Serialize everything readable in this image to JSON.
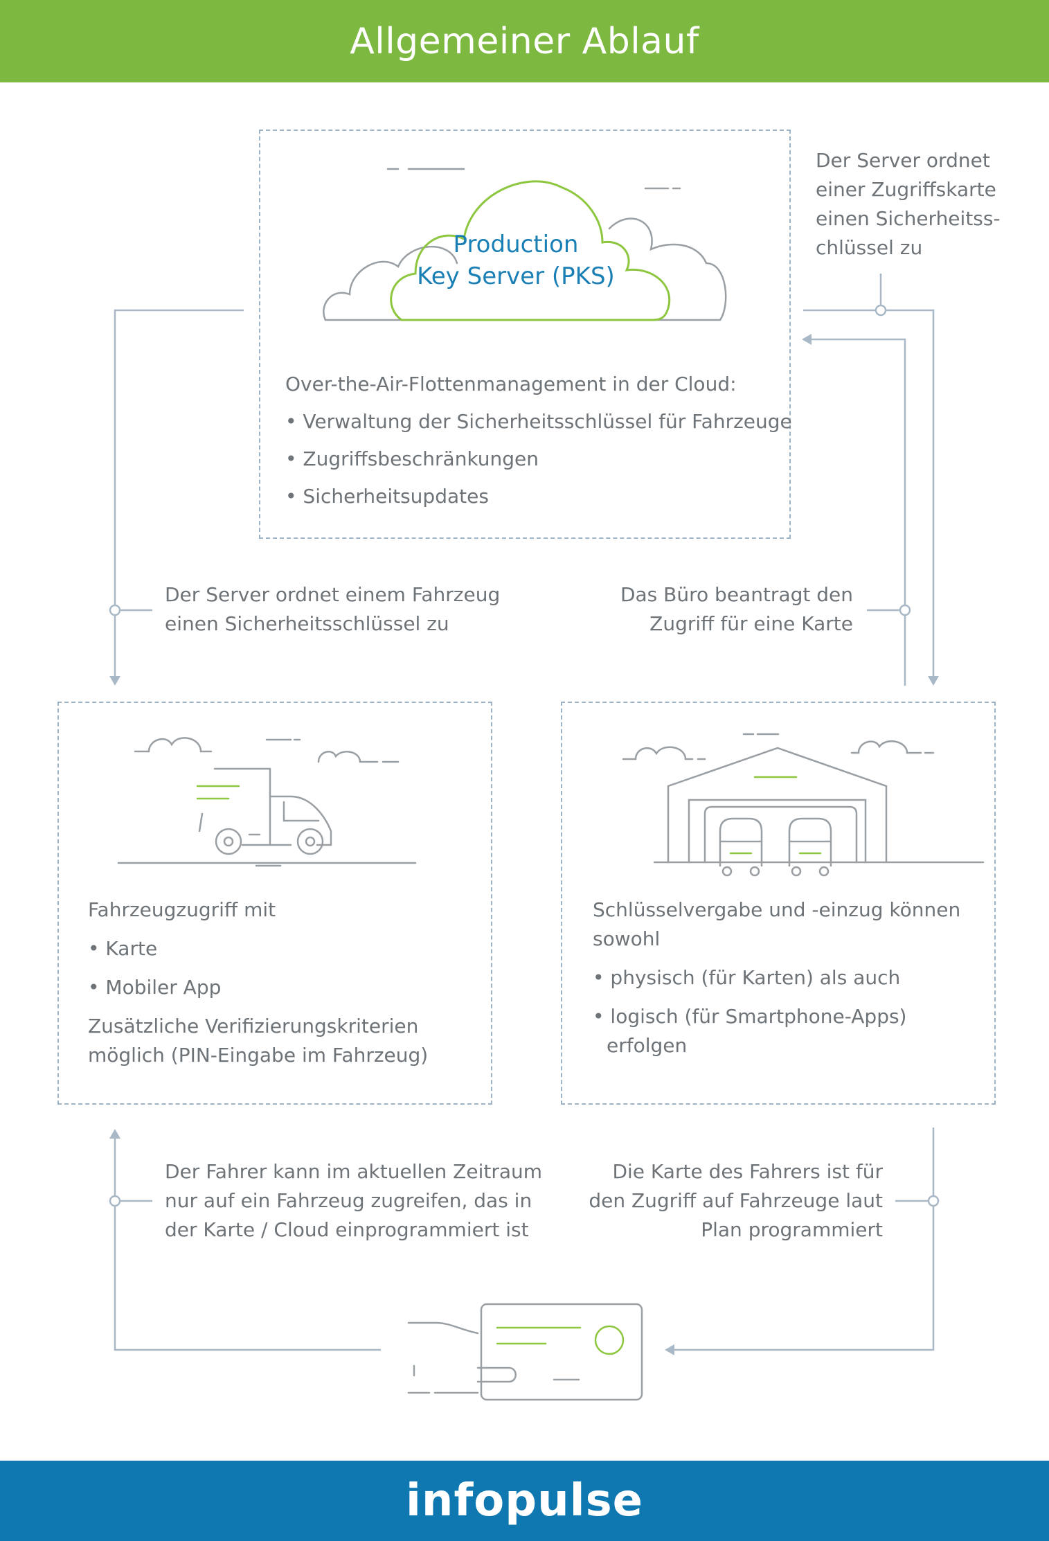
{
  "header": {
    "title": "Allgemeiner Ablauf"
  },
  "footer": {
    "brand": "infopulse"
  },
  "server_box": {
    "title_line1": "Production",
    "title_line2": "Key Server (PKS)",
    "intro": "Over-the-Air-Flottenmanagement in der Cloud:",
    "items": [
      "Verwaltung der Sicherheitsschlüssel für Fahrzeuge",
      "Zugriffsbeschränkungen",
      "Sicherheitsupdates"
    ]
  },
  "vehicle_box": {
    "intro": "Fahrzeugzugriff mit",
    "items": [
      "Karte",
      "Mobiler App"
    ],
    "note_line1": "Zusätzliche Verifizierungskriterien",
    "note_line2": "möglich (PIN-Eingabe im Fahrzeug)"
  },
  "office_box": {
    "intro_line1": "Schlüsselvergabe und -einzug können",
    "intro_line2": "sowohl",
    "item1": "physisch (für Karten) als auch",
    "item2_line1": "logisch (für Smartphone-Apps)",
    "item2_line2": "erfolgen"
  },
  "flow_labels": {
    "server_card": [
      "Der Server ordnet",
      "einer Zugriffskarte",
      "einen Sicherheitss-",
      "chlüssel zu"
    ],
    "server_vehicle": [
      "Der Server ordnet einem Fahrzeug",
      "einen Sicherheitsschlüssel zu"
    ],
    "office_request": [
      "Das Büro beantragt den",
      "Zugriff für eine Karte"
    ],
    "driver_access": [
      "Der Fahrer kann im aktuellen Zeitraum",
      "nur auf ein Fahrzeug zugreifen, das in",
      "der Karte / Cloud einprogrammiert ist"
    ],
    "card_programmed": [
      "Die Karte des Fahrers ist für",
      "den Zugriff auf Fahrzeuge laut",
      "Plan programmiert"
    ]
  },
  "colors": {
    "header_green": "#7db841",
    "footer_blue": "#0f78b0",
    "accent_green": "#8dc63f",
    "title_blue": "#1a7fb5",
    "line_gray": "#a9b8c6"
  }
}
